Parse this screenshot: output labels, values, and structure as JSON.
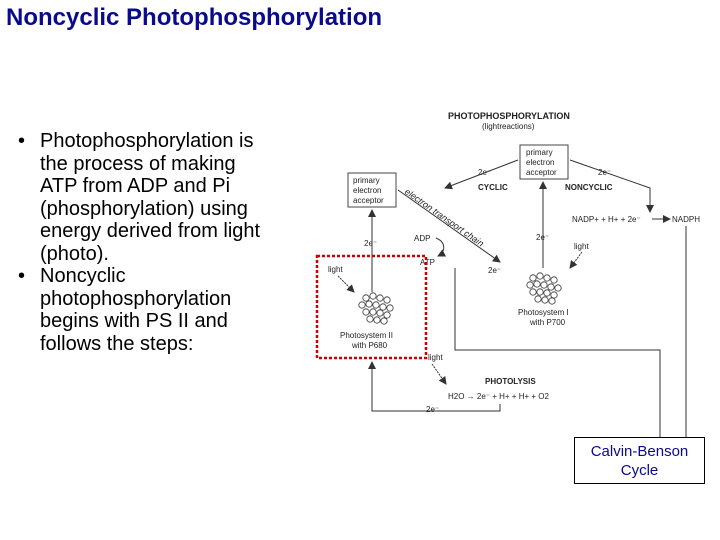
{
  "slide": {
    "title": "Noncyclic Photophosphorylation",
    "bullets": [
      "Photophosphorylation is\nthe process of making\nATP from ADP and Pi\n(phosphorylation) using\nenergy derived from light\n(photo).",
      "Noncyclic\nphotophosphorylation\nbegins with PS II and\nfollows the steps:"
    ]
  },
  "diagram": {
    "heading": "PHOTOPHOSPHORYLATION",
    "subheading": "(lightreactions)",
    "acceptor_top": [
      "primary",
      "electron",
      "acceptor"
    ],
    "acceptor_left": [
      "primary",
      "electron",
      "acceptor"
    ],
    "electron_chain": "electron transport chain",
    "cyclic": "CYCLIC",
    "noncyclic": "NONCYCLIC",
    "two_e": "2e⁻",
    "adp": "ADP",
    "atp": "ATP",
    "nadp_eq": "NADP+ + H+ + 2e⁻",
    "nadph": "NADPH",
    "light": "light",
    "ps1": [
      "Photosystem I",
      "with P700"
    ],
    "ps2": [
      "Photosystem II",
      "with P680"
    ],
    "photolysis": "PHOTOLYSIS",
    "photolysis_eq": "H2O → 2e⁻ + H+ + H+ + O2",
    "highlight_color": "#cc0000"
  },
  "calvin_box": "Calvin-Benson\nCycle"
}
